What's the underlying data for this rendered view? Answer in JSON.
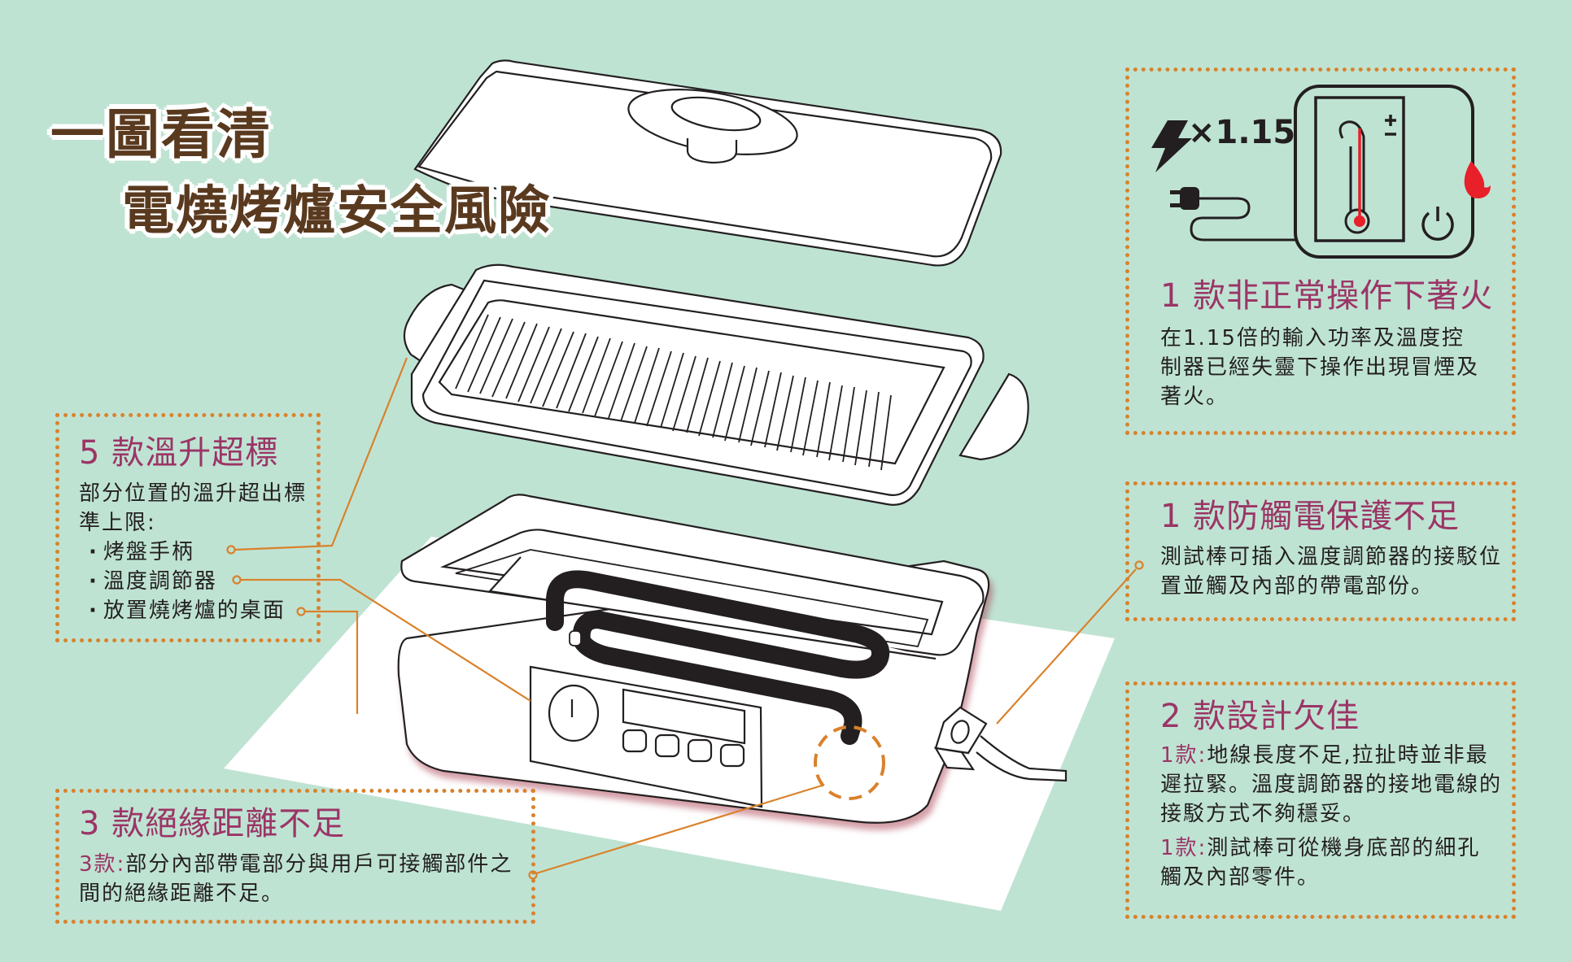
{
  "title": {
    "line1": "一圖看清",
    "line2": "電燒烤爐安全風險"
  },
  "colors": {
    "background": "#bfe3d3",
    "title": "#5a3a1f",
    "heading": "#9b3566",
    "callout_line": "#d9822b",
    "fire": "#e8202a"
  },
  "illustration": {
    "parts": [
      "lid",
      "grill-plate",
      "base-with-heating-element",
      "control-panel",
      "plug",
      "table-mat"
    ],
    "power_multiplier_label": "×1.15",
    "icons": [
      "lightning-icon",
      "plug-icon",
      "thermostat-icon",
      "plus-minus-icon",
      "fire-icon",
      "power-icon"
    ]
  },
  "callouts": {
    "temp_rise": {
      "heading": "5 款溫升超標",
      "body": "部分位置的溫升超出標準上限:",
      "items": [
        "烤盤手柄",
        "溫度調節器",
        "放置燒烤爐的桌面"
      ]
    },
    "insulation": {
      "heading": "3 款絕緣距離不足",
      "tag": "3款",
      "separator": ":",
      "body": "部分內部帶電部分與用戶可接觸部件之間的絕緣距離不足。"
    },
    "fire": {
      "heading": "1 款非正常操作下著火",
      "body": "在1.15倍的輸入功率及溫度控制器已經失靈下操作出現冒煙及著火。"
    },
    "shock": {
      "heading": "1 款防觸電保護不足",
      "body": "測試棒可插入溫度調節器的接駁位置並觸及內部的帶電部份。"
    },
    "design": {
      "heading": "2 款設計欠佳",
      "entries": [
        {
          "tag": "1款",
          "separator": ":",
          "body": "地線長度不足,拉扯時並非最遲拉緊。溫度調節器的接地電線的接駁方式不夠穩妥。"
        },
        {
          "tag": "1款",
          "separator": ":",
          "body": "測試棒可從機身底部的細孔觸及內部零件。"
        }
      ]
    }
  }
}
